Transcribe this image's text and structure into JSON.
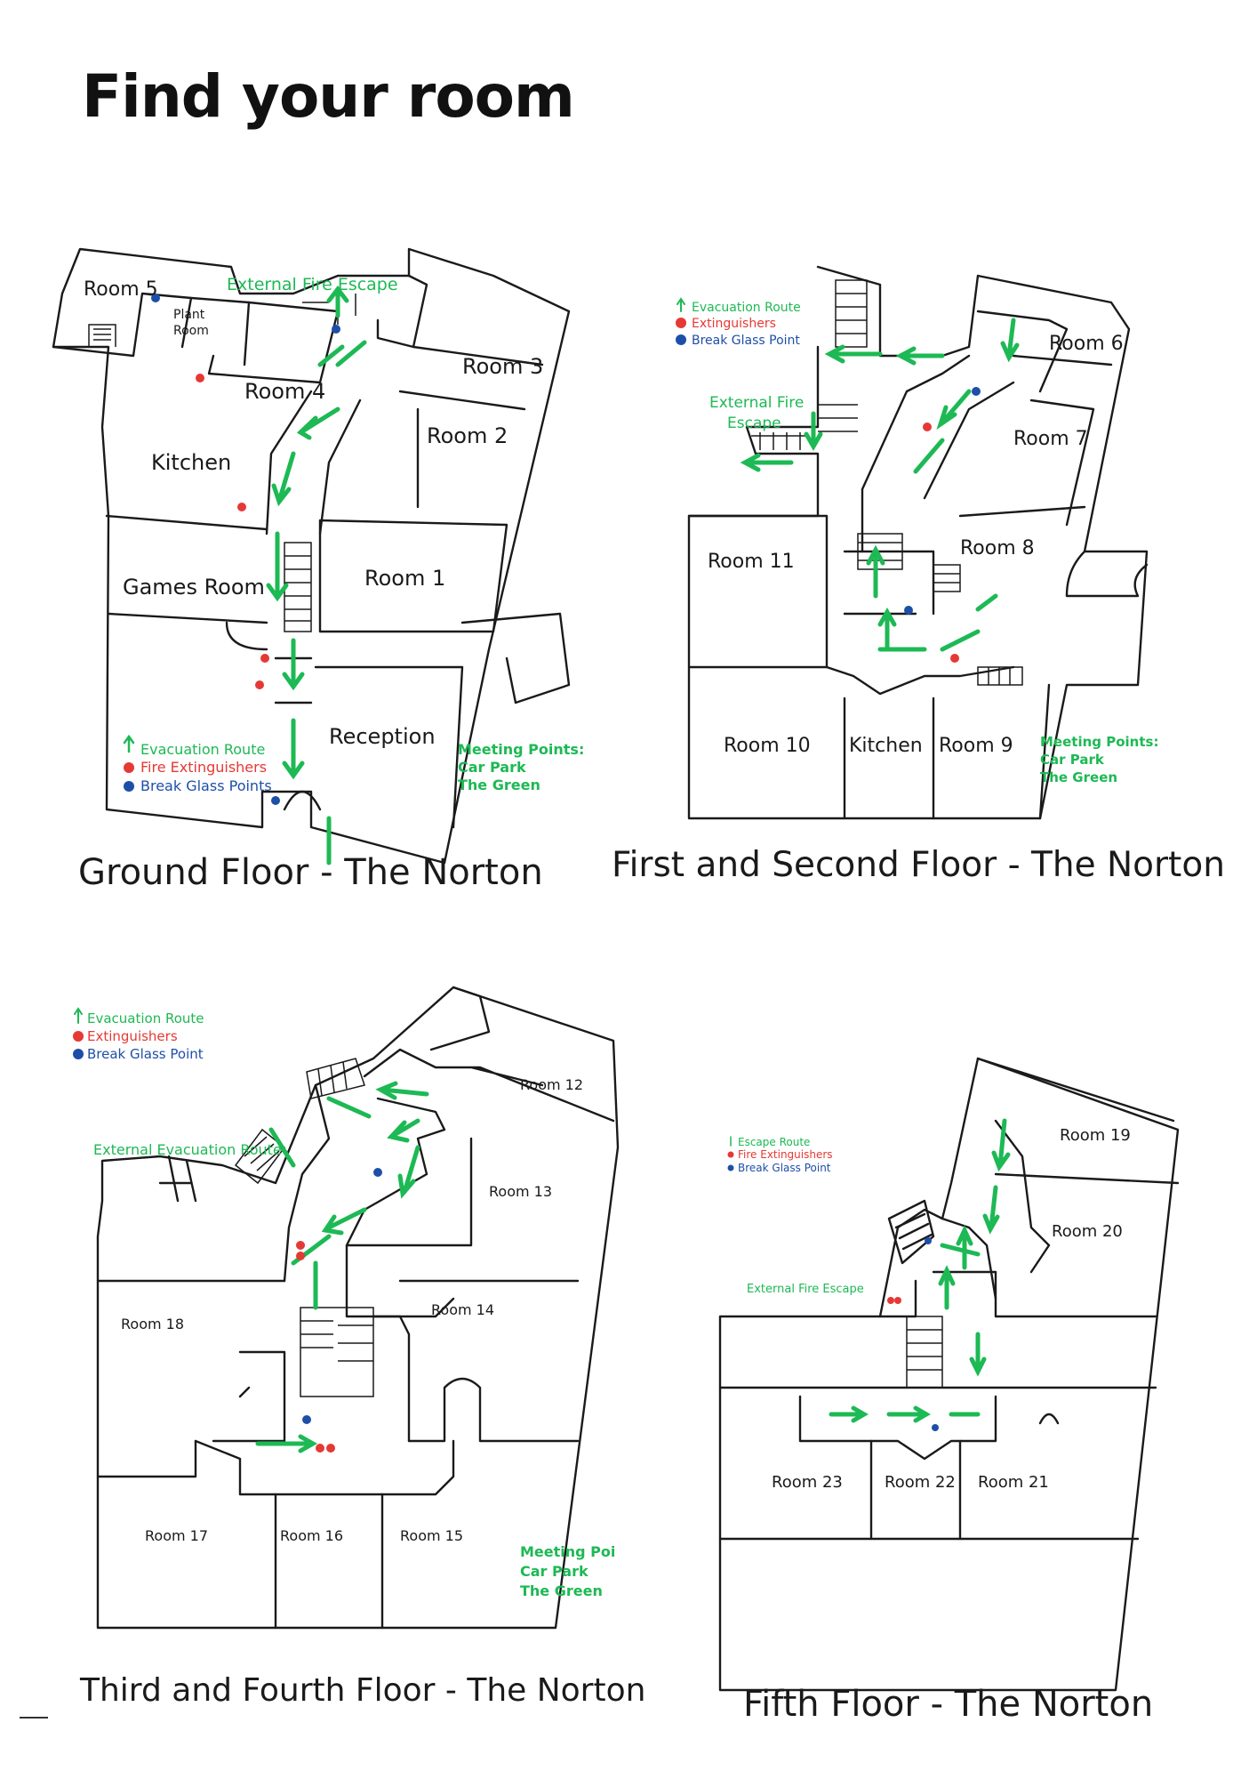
{
  "page_title": "Find your room",
  "colors": {
    "evacuation": "#1db954",
    "extinguisher": "#e53935",
    "break_glass": "#1e4fa8"
  },
  "floors": {
    "ground": {
      "caption": "Ground Floor - The Norton",
      "rooms": [
        "Room 5",
        "Plant",
        "Room",
        "Room 4",
        "Room 3",
        "Room 2",
        "Kitchen",
        "Games Room",
        "Room 1",
        "Reception"
      ],
      "external": "External Fire Escape",
      "legend": [
        "Evacuation Route",
        "Fire Extinguishers",
        "Break Glass Points"
      ],
      "meeting": [
        "Meeting Points:",
        "Car Park",
        "The Green"
      ]
    },
    "first_second": {
      "caption": "First and Second Floor - The Norton",
      "rooms": [
        "Room 6",
        "Room 7",
        "Room 8",
        "Room 11",
        "Room 10",
        "Kitchen",
        "Room 9"
      ],
      "external": [
        "External Fire",
        "Escape"
      ],
      "legend": [
        "Evacuation Route",
        "Extinguishers",
        "Break Glass Point"
      ],
      "meeting": [
        "Meeting Points:",
        "Car Park",
        "The Green"
      ]
    },
    "third_fourth": {
      "caption": "Third and Fourth Floor - The Norton",
      "rooms": [
        "Room 12",
        "Room 13",
        "Room 14",
        "Room 18",
        "Room 17",
        "Room 16",
        "Room 15"
      ],
      "external": "External Evacuation Route",
      "legend": [
        "Evacuation Route",
        "Extinguishers",
        "Break Glass Point"
      ],
      "meeting": [
        "Meeting Poi",
        "Car Park",
        "The Green"
      ]
    },
    "fifth": {
      "caption": "Fifth Floor - The Norton",
      "rooms": [
        "Room 19",
        "Room 20",
        "Room 23",
        "Room 22",
        "Room 21"
      ],
      "external": "External Fire Escape",
      "legend": [
        "Escape Route",
        "Fire Extinguishers",
        "Break Glass Point"
      ]
    }
  }
}
